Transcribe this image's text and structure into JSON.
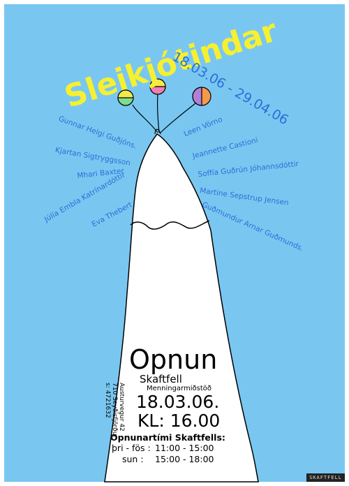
{
  "poster": {
    "title": "Sleikjótindar",
    "date_range": "18.03.06 - 29.04.06",
    "artists_left": [
      "Gunnar Helgi Guðjóns.",
      "Kjartan Sigtryggsson",
      "Mhari Baxter",
      "Júlía Embla Katrínardóttir",
      "Eva Thebert"
    ],
    "artists_right": [
      "Leen Vörno",
      "Jeannette Castioni",
      "Soffía Guðrún Jóhannsdóttir",
      "Martine Sepstrup Jensen",
      "Guðmundur Arnar Guðmunds."
    ],
    "opening_label": "Opnun",
    "venue": "Skaftfell",
    "venue_subtitle": "Menningarmiðstöð",
    "address": [
      "Austurvegur 42",
      "710 Seyðisfjörður",
      "s: 4721632"
    ],
    "opening_date": "18.03.06.",
    "opening_time": "KL: 16.00",
    "hours_title": "Opnunartími Skaftfells:",
    "hours": [
      {
        "days": "þri - fös :",
        "time": "11:00 - 15:00"
      },
      {
        "days": "sun :",
        "time": "15:00 - 18:00"
      }
    ],
    "watermark": "SKAFTFELL"
  },
  "colors": {
    "sky": "#79c7f1",
    "title": "#f6f031",
    "artist_text": "#2a6fd6",
    "mountain": "#ffffff",
    "outline": "#000000",
    "flower_yellow": "#f3e94c",
    "flower_pink": "#f07fb3",
    "flower_purple": "#b27fd6",
    "flower_green": "#7fdc8c",
    "flower_orange": "#f39a4a"
  }
}
